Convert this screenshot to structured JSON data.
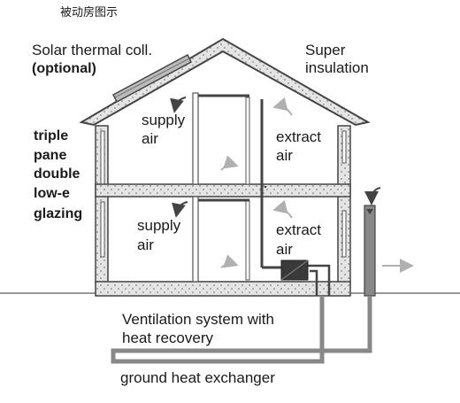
{
  "header": {
    "caption": "被动房图示"
  },
  "labels": {
    "solar_line1": "Solar thermal coll.",
    "solar_line2": "(optional)",
    "insulation_line1": "Super",
    "insulation_line2": "insulation",
    "glazing_line1": "triple",
    "glazing_line2": "pane",
    "glazing_line3": "double",
    "glazing_line4": "low-e",
    "glazing_line5": "glazing",
    "supply_upper_1": "supply",
    "supply_upper_2": "air",
    "extract_upper_1": "extract",
    "extract_upper_2": "air",
    "supply_lower_1": "supply",
    "supply_lower_2": "air",
    "extract_lower_1": "extract",
    "extract_lower_2": "air",
    "ventilation_line1": "Ventilation system with",
    "ventilation_line2": "heat recovery",
    "ground": "ground heat exchanger"
  },
  "colors": {
    "line": "#3a3a3a",
    "insulation_fill": "#d8d8d8",
    "duct": "#555555",
    "unit": "#3a3a3a",
    "arrow_light": "#b0b0b0"
  }
}
